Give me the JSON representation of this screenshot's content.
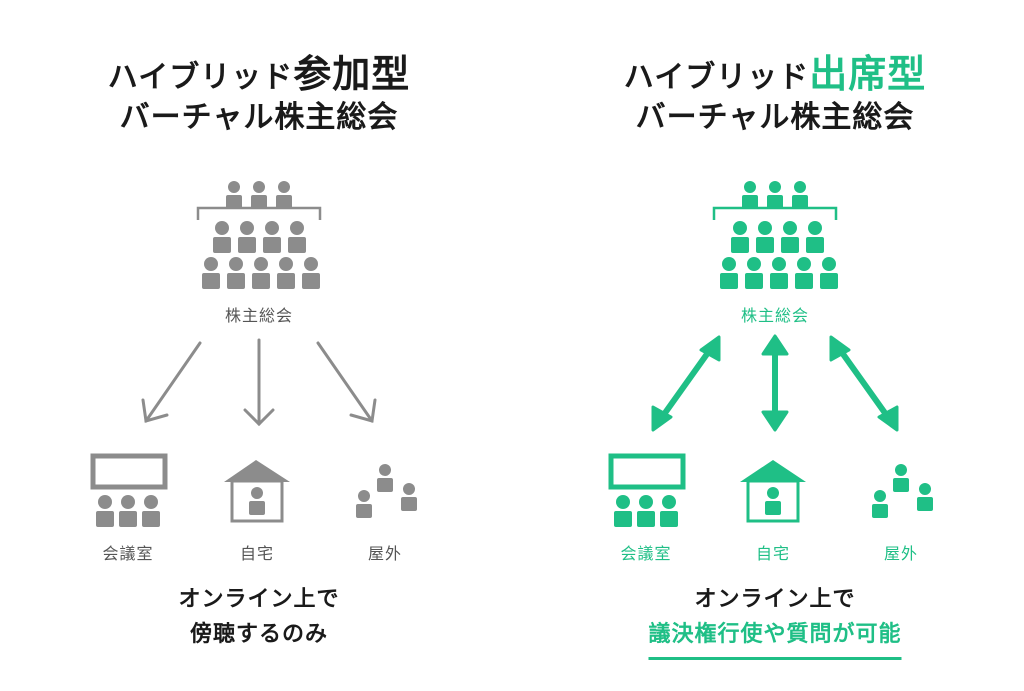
{
  "colors": {
    "gray": "#8c8c8c",
    "green": "#1fbf86",
    "text": "#1a1a1a"
  },
  "left": {
    "title_prefix": "ハイブリッド",
    "title_accent": "参加型",
    "title_line2": "バーチャル株主総会",
    "center_label": "株主総会",
    "nodes": [
      "会議室",
      "自宅",
      "屋外"
    ],
    "caption_line1": "オンライン上で",
    "caption_line2": "傍聴するのみ"
  },
  "right": {
    "title_prefix": "ハイブリッド",
    "title_accent": "出席型",
    "title_line2": "バーチャル株主総会",
    "center_label": "株主総会",
    "nodes": [
      "会議室",
      "自宅",
      "屋外"
    ],
    "caption_line1": "オンライン上で",
    "caption_line2": "議決権行使や質問が可能"
  }
}
